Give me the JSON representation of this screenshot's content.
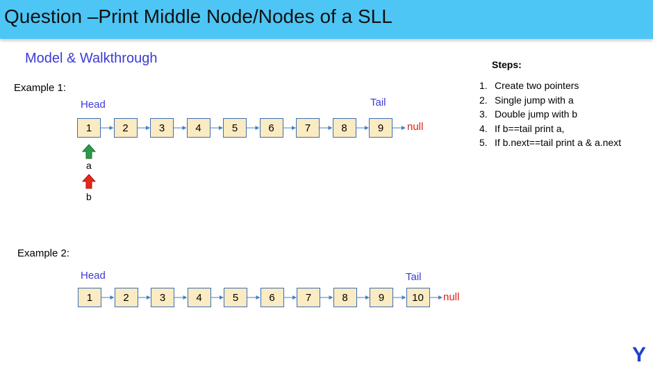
{
  "header": {
    "title": "Question  –Print Middle Node/Nodes of a SLL"
  },
  "section": {
    "subtitle": "Model & Walkthrough"
  },
  "example1": {
    "label": "Example 1:",
    "head_label": "Head",
    "tail_label": "Tail",
    "nodes": [
      "1",
      "2",
      "3",
      "4",
      "5",
      "6",
      "7",
      "8",
      "9"
    ],
    "null_label": "null",
    "pointer_a": {
      "label": "a",
      "color": "#2a9a4a"
    },
    "pointer_b": {
      "label": "b",
      "color": "#e8261b"
    }
  },
  "example2": {
    "label": "Example 2:",
    "head_label": "Head",
    "tail_label": "Tail",
    "nodes": [
      "1",
      "2",
      "3",
      "4",
      "5",
      "6",
      "7",
      "8",
      "9",
      "10"
    ],
    "null_label": "null"
  },
  "steps": {
    "title": "Steps:",
    "items": [
      "Create two pointers",
      "Single jump with a",
      "Double jump with b",
      "If b==tail print a,",
      "If b.next==tail print a & a.next"
    ]
  },
  "colors": {
    "header_bg": "#4dc6f5",
    "node_fill": "#fbebc2",
    "node_border": "#3b6fb3",
    "arrow": "#4a7fc1",
    "label_blue": "#3a3ad8",
    "null_red": "#e0201a"
  },
  "logo_icon": "brand-logo-icon"
}
